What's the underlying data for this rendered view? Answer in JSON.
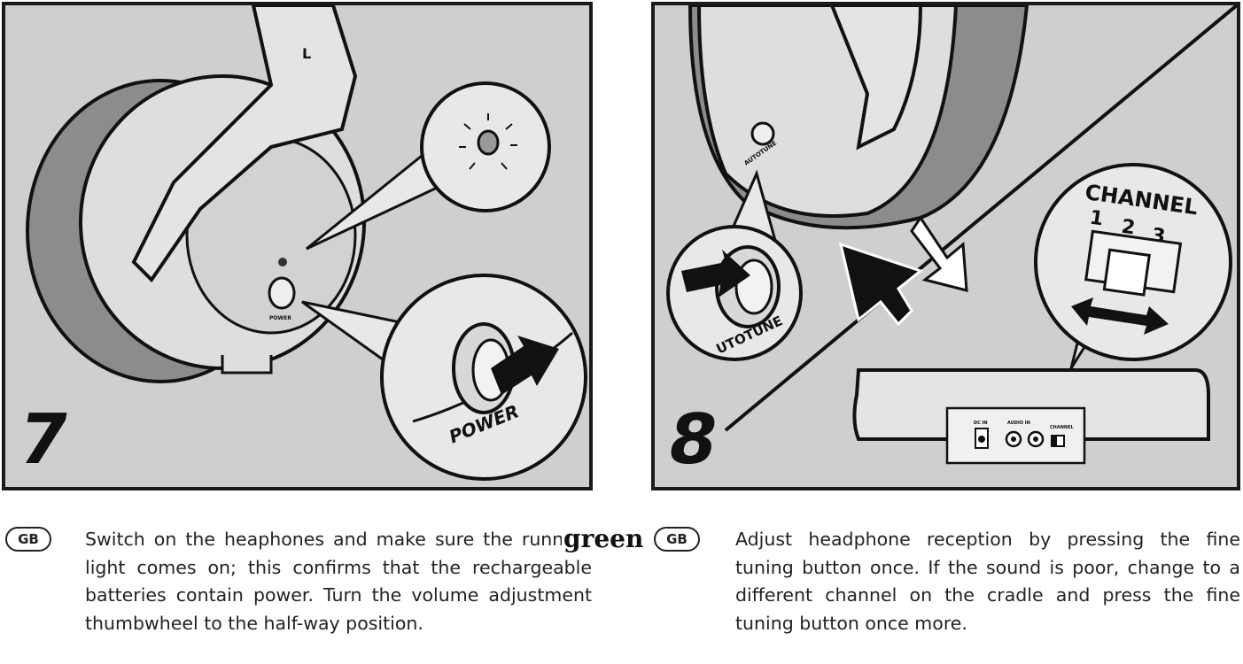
{
  "step7": {
    "number": "7",
    "callout_label": "POWER",
    "earcup_letter": "L",
    "earcup_button_label": "POWER",
    "lang_badge": "GB",
    "instruction": "Switch on the heaphones and make sure the running light comes on; this confirms that the rechargeable batteries contain power. Turn the volume adjustment thumbwheel to the half-way position.",
    "overlay_word": "green"
  },
  "step8": {
    "number": "8",
    "callout_label": "UTOTUNE",
    "earcup_button_label": "AUTOTUNE",
    "channel_title": "CHANNEL",
    "channel_numbers": [
      "1",
      "2",
      "3"
    ],
    "cradle_labels": [
      "DC IN",
      "AUDIO IN",
      "CHANNEL"
    ],
    "lang_badge": "GB",
    "instruction": "Adjust headphone reception by pressing the fine tuning button once. If the sound is poor, change to a different channel on the cradle and press the fine tuning button once more."
  },
  "colors": {
    "panel_bg": "#cfcfcf",
    "earcup_dark": "#8c8c8c",
    "line": "#111111",
    "white": "#ffffff"
  }
}
